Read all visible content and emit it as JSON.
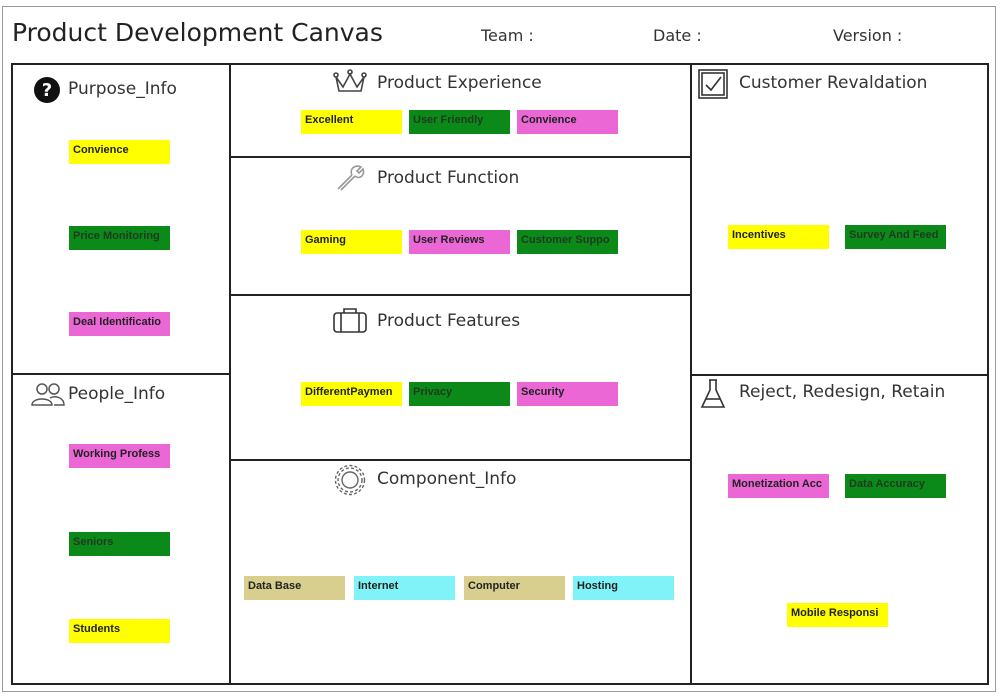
{
  "header": {
    "title": "Product Development Canvas",
    "team_label": "Team :",
    "date_label": "Date :",
    "version_label": "Version :"
  },
  "sections": {
    "purpose": {
      "title": "Purpose_Info",
      "icon": "question-icon",
      "notes": [
        "Convience",
        "Price Monitoring",
        "Deal Identificatio"
      ]
    },
    "people": {
      "title": "People_Info",
      "icon": "people-icon",
      "notes": [
        "Working Profess",
        "Seniors",
        "Students"
      ]
    },
    "experience": {
      "title": "Product Experience",
      "icon": "crown-icon",
      "notes": [
        "Excellent",
        "User Friendly",
        "Convience"
      ]
    },
    "function": {
      "title": "Product Function",
      "icon": "wrench-icon",
      "notes": [
        "Gaming",
        "User Reviews",
        "Customer Suppo"
      ]
    },
    "features": {
      "title": "Product Features",
      "icon": "briefcase-icon",
      "notes": [
        "DifferentPaymen",
        "Privacy",
        "Security"
      ]
    },
    "component": {
      "title": "Component_Info",
      "icon": "gear-icon",
      "notes": [
        "Data Base",
        "Internet",
        "Computer",
        "Hosting"
      ]
    },
    "revalidation": {
      "title": "Customer Revaldation",
      "icon": "checkbox-icon",
      "notes": [
        "Incentives",
        "Survey And Feed"
      ]
    },
    "reject": {
      "title": "Reject, Redesign, Retain",
      "icon": "flask-icon",
      "notes": [
        "Monetization Acc",
        "Data Accuracy",
        "Mobile Responsi"
      ]
    }
  },
  "colors": {
    "yellow": "#ffff00",
    "green": "#0b8a1a",
    "pink": "#ec67d6",
    "tan": "#d8cf8f",
    "cyan": "#7ff3f7",
    "border": "#222222"
  }
}
